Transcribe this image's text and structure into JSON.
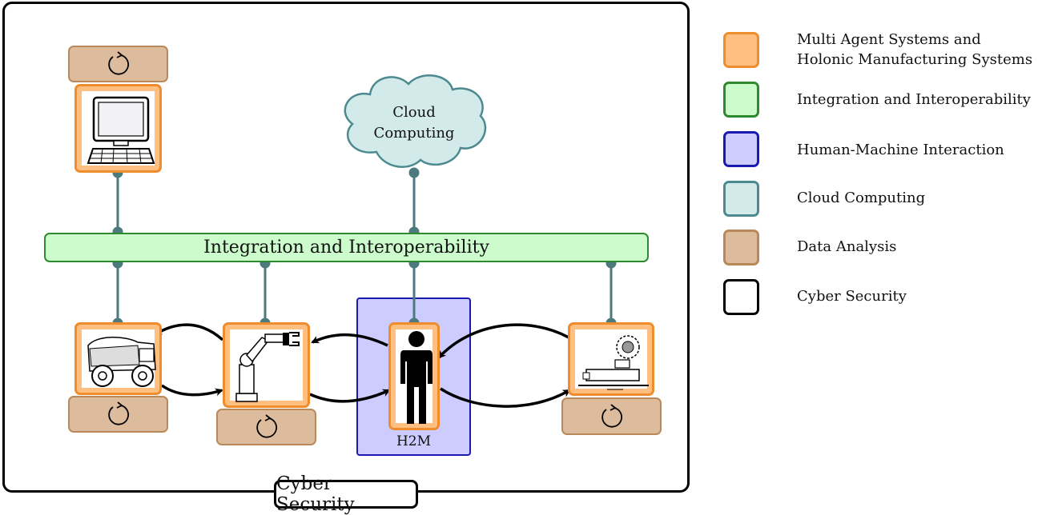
{
  "diagram": {
    "cloud": {
      "line1": "Cloud",
      "line2": "Computing"
    },
    "integration_bar": {
      "label": "Integration and Interoperability"
    },
    "h2m": {
      "label": "H2M"
    },
    "cyber_security": {
      "label": "Cyber Security"
    }
  },
  "legend": {
    "items": [
      {
        "line1": "Multi Agent Systems and",
        "line2": "Holonic Manufacturing Systems",
        "fill": "#ffbf80",
        "stroke": "#ef8c2e"
      },
      {
        "line1": "Integration and Interoperability",
        "fill": "#ccfccc",
        "stroke": "#2f8a2f"
      },
      {
        "line1": "Human-Machine Interaction",
        "fill": "#ccccff",
        "stroke": "#1a1ab0"
      },
      {
        "line1": "Cloud Computing",
        "fill": "#d3eaea",
        "stroke": "#4d8a90"
      },
      {
        "line1": "Data Analysis",
        "fill": "#dcbc9c",
        "stroke": "#b9895a"
      },
      {
        "line1": "Cyber Security",
        "fill": "#ffffff",
        "stroke": "#000000"
      }
    ]
  },
  "colors": {
    "connector": "#4d7a7e",
    "agent_fill": "#ffbf80",
    "agent_stroke": "#ef8c2e",
    "data_analysis_fill": "#dcbc9c",
    "integration_fill": "#ccfccc",
    "h2m_fill": "#ccccff",
    "cloud_fill": "#d3eaea"
  }
}
